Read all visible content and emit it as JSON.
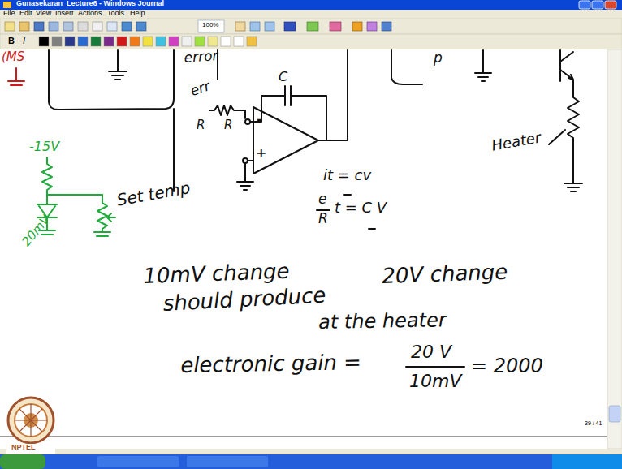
{
  "diagram": {
    "labels": [
      "Gunasekaran_Lecture6 - Windows Journal",
      "File",
      "Edit",
      "View",
      "Insert",
      "Actions",
      "Tools",
      "Help",
      "100%",
      "B",
      "I",
      "(MS",
      "error",
      "err",
      "R",
      "R",
      "C",
      "p",
      "-15V",
      "Set temp",
      "20mV",
      "it = cv",
      "e",
      "R",
      "t = C V",
      "Heater",
      "10mV change",
      "should produce",
      "20V change",
      "at the heater",
      "electronic gain =",
      "20 V",
      "10mV",
      "= 2000",
      "39 / 41",
      "NPTEL",
      "-",
      "+"
    ]
  }
}
